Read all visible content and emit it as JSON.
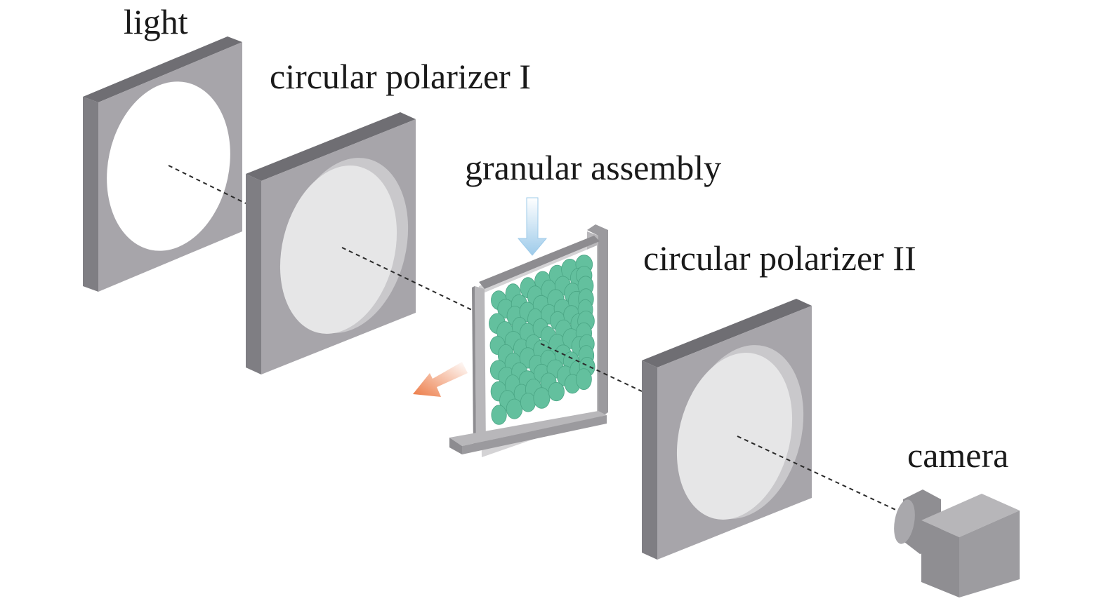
{
  "labels": {
    "light": "light",
    "polarizer_1": "circular polarizer I",
    "granular": "granular assembly",
    "polarizer_2": "circular polarizer II",
    "camera": "camera"
  },
  "colors": {
    "frame_front": "#a7a5aa",
    "frame_top": "#6f6e73",
    "frame_side": "#7f7e83",
    "lens": "#e6e6e7",
    "lens_inner": "#ffffff",
    "lens_rim": "#c4c3c6",
    "granule": "#63c09e",
    "granule_edge": "#4aa584",
    "loading_arrow": "#9ecbea",
    "flow_arrow": "#ec7a45",
    "beam": "#2a2a2a"
  },
  "granular_assembly": {
    "columns": 7,
    "rows": 11
  }
}
